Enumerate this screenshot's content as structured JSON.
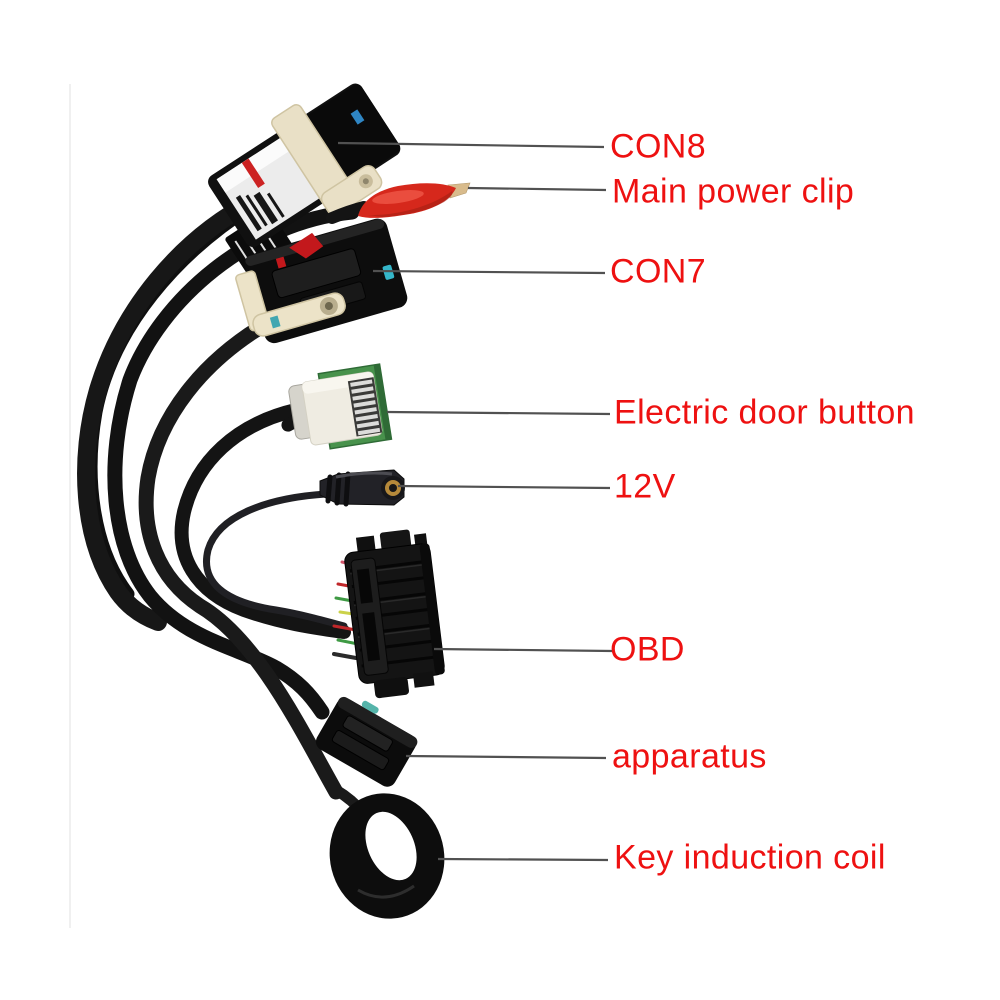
{
  "colors": {
    "background": "#ffffff",
    "label_red": "#ee1111",
    "leader_line": "#515151",
    "cable_black": "#151515",
    "clip_red": "#d6281c",
    "clip_tip_tan": "#d8bb8c",
    "pcb_green": "#48924c",
    "connector_cream": "#e9e0c6",
    "gold_ring": "#b5893a"
  },
  "labels": [
    {
      "id": "con8",
      "text": "CON8"
    },
    {
      "id": "main-power-clip",
      "text": "Main power clip"
    },
    {
      "id": "con7",
      "text": "CON7"
    },
    {
      "id": "electric-door-button",
      "text": "Electric door button"
    },
    {
      "id": "12v",
      "text": "12V"
    },
    {
      "id": "obd",
      "text": "OBD"
    },
    {
      "id": "apparatus",
      "text": "apparatus"
    },
    {
      "id": "key-induction-coil",
      "text": "Key induction coil"
    }
  ]
}
